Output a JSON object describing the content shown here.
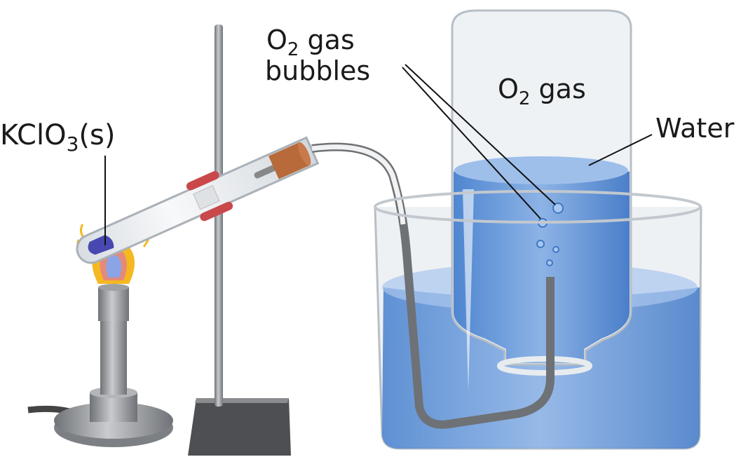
{
  "labels": {
    "kclo3_main": "KClO",
    "kclo3_sub": "3",
    "kclo3_state": "(s)",
    "bubbles_o": "O",
    "bubbles_sub": "2",
    "bubbles_gas": " gas",
    "bubbles_word": "bubbles",
    "o2gas_o": "O",
    "o2gas_sub": "2",
    "o2gas_gas": " gas",
    "water": "Water"
  },
  "colors": {
    "water": "#5b8fd6",
    "glass": "#e6e9ec",
    "clamp": "#c9484a",
    "stopper": "#b86a3a",
    "flame": "#f5b820",
    "metal": "#8c8f93",
    "solid": "#4848b0"
  }
}
